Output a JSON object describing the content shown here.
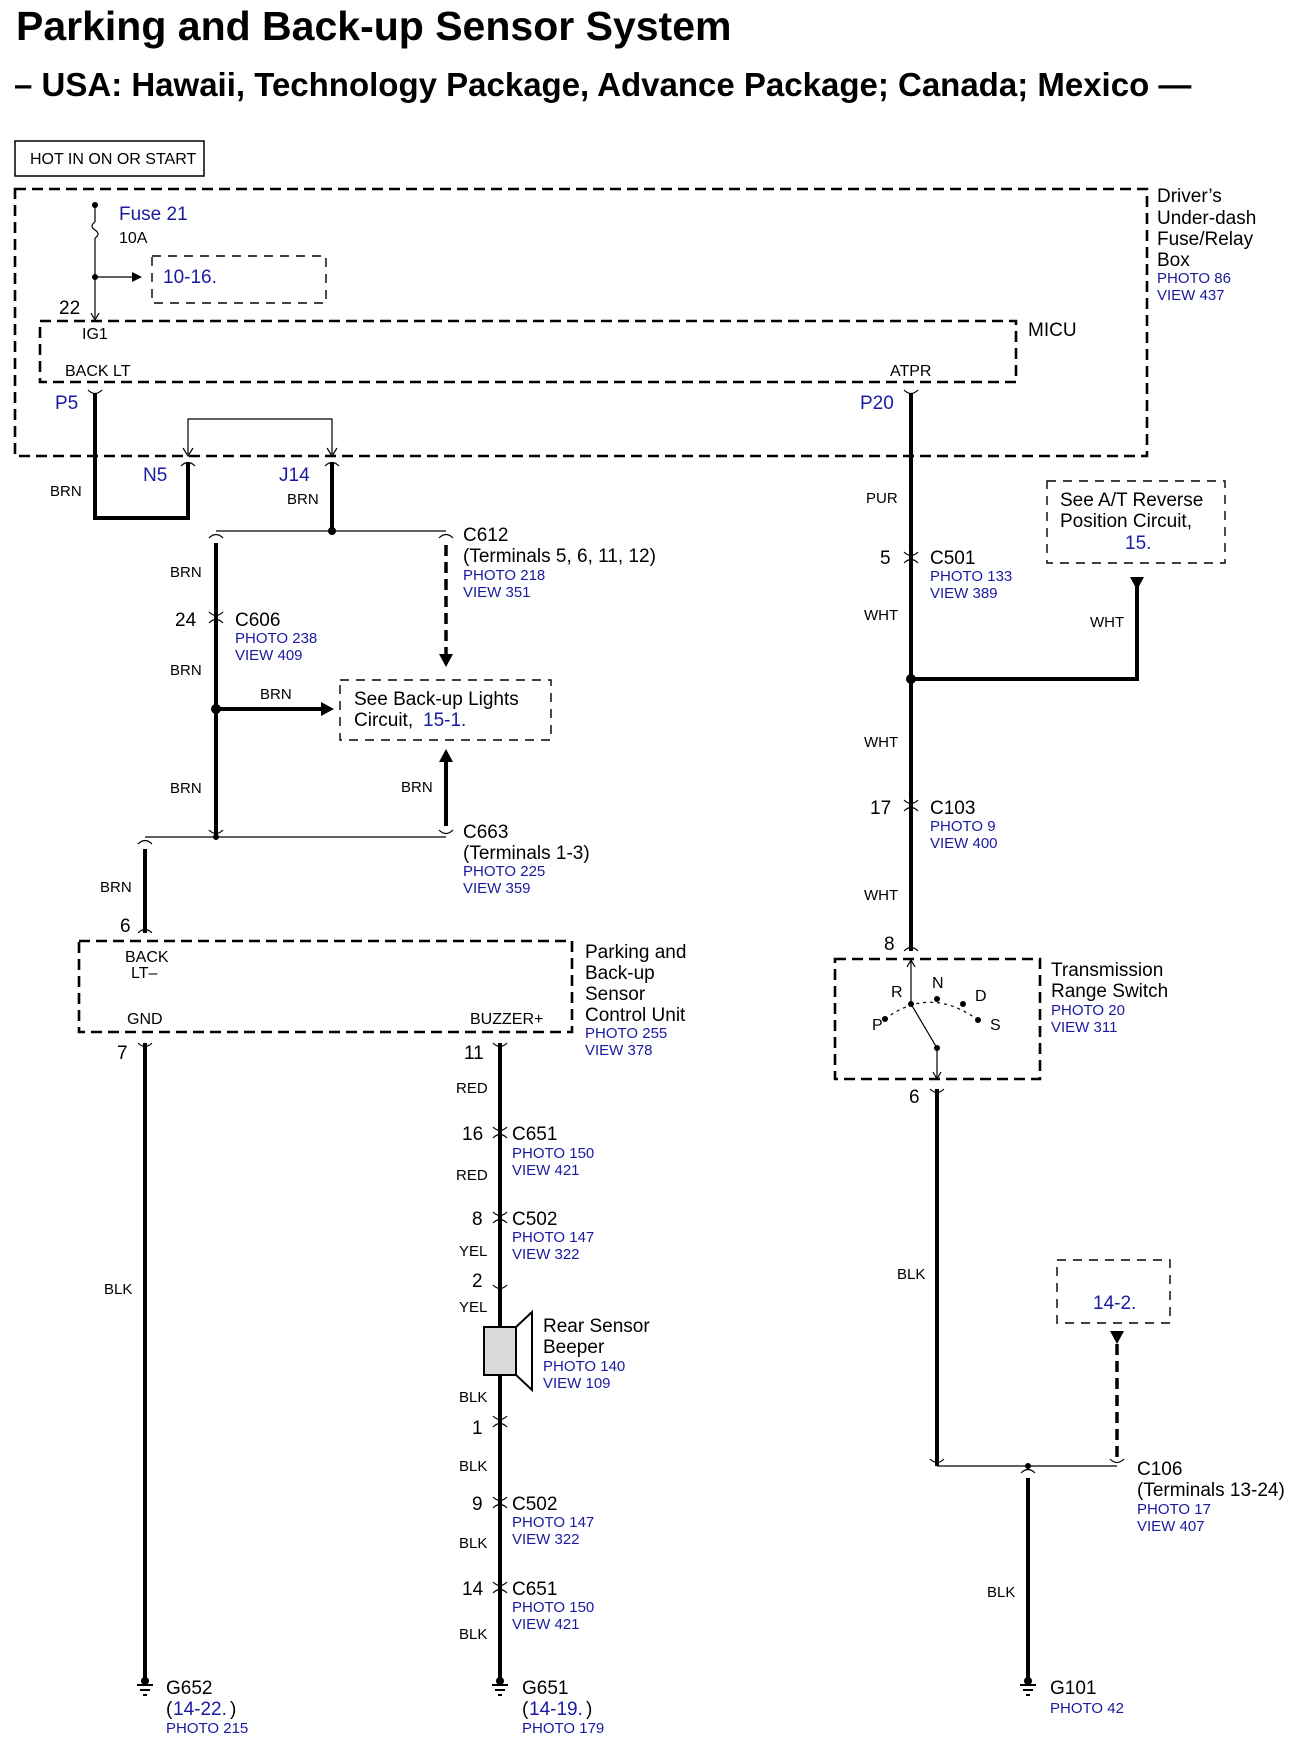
{
  "title": "Parking and Back-up Sensor System",
  "subtitle": "– USA: Hawaii, Technology Package, Advance Package; Canada; Mexico —",
  "hot_in": "HOT IN ON OR START",
  "fuse_box": {
    "line1": "Driver’s",
    "line2": "Under-dash",
    "line3": "Fuse/Relay",
    "line4": "Box",
    "photo": "PHOTO 86",
    "view": "VIEW 437"
  },
  "fuse": {
    "name": "Fuse 21",
    "rating": "10A",
    "ref": "10-16."
  },
  "micu": {
    "name": "MICU",
    "pin22": "22",
    "ig1": "IG1",
    "back_lt": "BACK LT",
    "atpr": "ATPR",
    "p5": "P5",
    "p20": "P20",
    "n5": "N5",
    "j14": "J14"
  },
  "c612": {
    "name": "C612",
    "terminals": "(Terminals 5, 6, 11, 12)",
    "photo": "PHOTO 218",
    "view": "VIEW 351"
  },
  "c606": {
    "pin": "24",
    "name": "C606",
    "photo": "PHOTO 238",
    "view": "VIEW 409"
  },
  "backup_lights": {
    "line1": "See Back-up Lights",
    "line2": "Circuit,",
    "ref": "15-1."
  },
  "c663": {
    "name": "C663",
    "terminals": "(Terminals 1-3)",
    "photo": "PHOTO 225",
    "view": "VIEW 359"
  },
  "at_reverse": {
    "line1": "See A/T Reverse",
    "line2": "Position Circuit,",
    "ref": "15."
  },
  "c501": {
    "pin": "5",
    "name": "C501",
    "photo": "PHOTO 133",
    "view": "VIEW 389"
  },
  "c103": {
    "pin": "17",
    "name": "C103",
    "photo": "PHOTO 9",
    "view": "VIEW 400"
  },
  "control_unit": {
    "line1": "Parking and",
    "line2": "Back-up",
    "line3": "Sensor",
    "line4": "Control Unit",
    "photo": "PHOTO 255",
    "view": "VIEW 378",
    "pin6": "6",
    "back_lt1": "BACK",
    "back_lt2": "LT–",
    "gnd": "GND",
    "buzzer": "BUZZER+",
    "pin7": "7",
    "pin11": "11"
  },
  "c651a": {
    "pin": "16",
    "name": "C651",
    "photo": "PHOTO 150",
    "view": "VIEW 421"
  },
  "c502a": {
    "pin": "8",
    "name": "C502",
    "photo": "PHOTO 147",
    "view": "VIEW 322"
  },
  "beeper": {
    "pin_top": "2",
    "pin_bottom": "1",
    "line1": "Rear Sensor",
    "line2": "Beeper",
    "photo": "PHOTO 140",
    "view": "VIEW 109"
  },
  "c502b": {
    "pin": "9",
    "name": "C502",
    "photo": "PHOTO 147",
    "view": "VIEW 322"
  },
  "c651b": {
    "pin": "14",
    "name": "C651",
    "photo": "PHOTO 150",
    "view": "VIEW 421"
  },
  "trs": {
    "pin8": "8",
    "pin6": "6",
    "line1": "Transmission",
    "line2": "Range Switch",
    "photo": "PHOTO 20",
    "view": "VIEW 311",
    "r": "R",
    "n": "N",
    "d": "D",
    "p": "P",
    "s": "S"
  },
  "ref_14_2": "14-2.",
  "c106": {
    "name": "C106",
    "terminals": "(Terminals 13-24)",
    "photo": "PHOTO 17",
    "view": "VIEW 407"
  },
  "g652": {
    "name": "G652",
    "ref": "14-22.",
    "photo": "PHOTO 215"
  },
  "g651": {
    "name": "G651",
    "ref": "14-19.",
    "photo": "PHOTO 179"
  },
  "g101": {
    "name": "G101",
    "photo": "PHOTO 42"
  },
  "wires": {
    "brn": "BRN",
    "pur": "PUR",
    "wht": "WHT",
    "red": "RED",
    "yel": "YEL",
    "blk": "BLK"
  }
}
